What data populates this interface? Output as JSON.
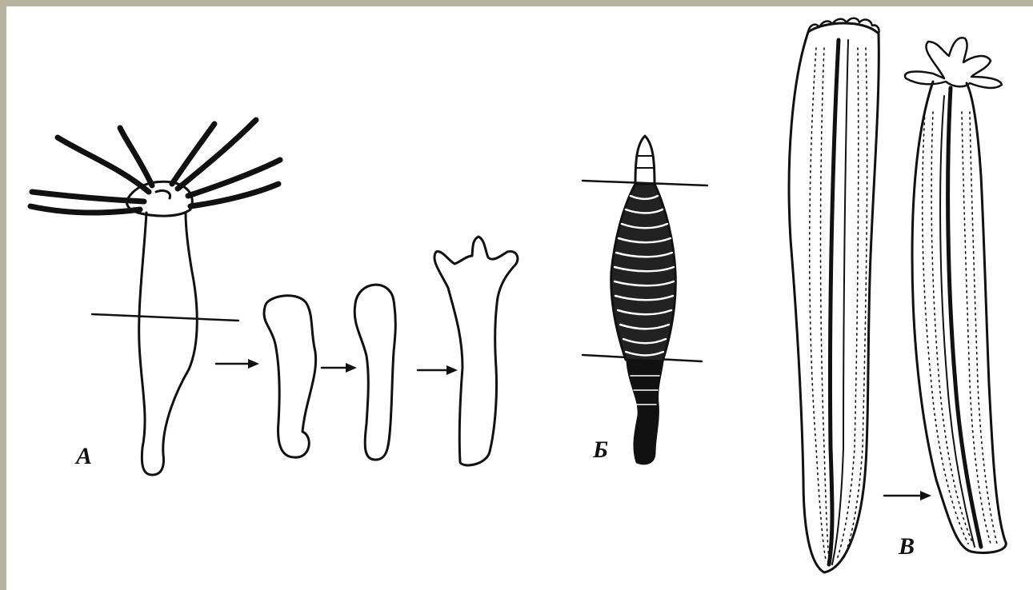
{
  "labels": {
    "a": "А",
    "b": "Б",
    "v": "В"
  },
  "colors": {
    "frame": "#b7b29e",
    "background": "#ffffff",
    "ink": "#111111"
  }
}
